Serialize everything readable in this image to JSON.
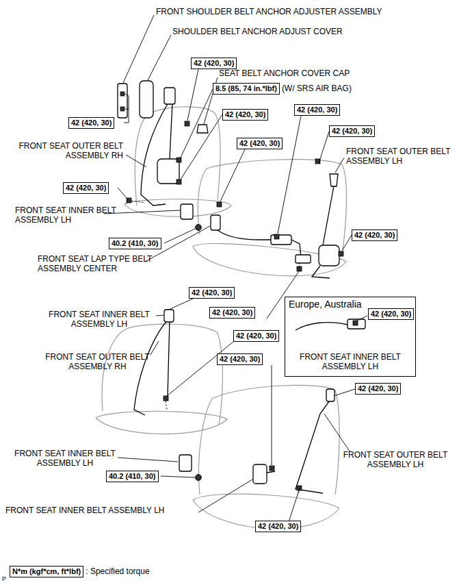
{
  "diagram": {
    "nodes": [
      {
        "text": [
          "42 (420, 30)"
        ]
      },
      {
        "text": [
          "8.5 (85, 74 in.*lbf)"
        ]
      },
      {
        "text": [
          "42 (420, 30)"
        ]
      },
      {
        "text": [
          "42 (420, 30)"
        ]
      },
      {
        "text": [
          "42 (420, 30)"
        ]
      },
      {
        "text": [
          "42 (420, 30)"
        ]
      },
      {
        "text": [
          "42 (420, 30)"
        ]
      },
      {
        "text": [
          "42 (420, 30)"
        ]
      },
      {
        "text": [
          "40.2 (410, 30)"
        ]
      },
      {
        "text": [
          "42 (420, 30)"
        ]
      },
      {
        "text": [
          "42 (420, 30)"
        ]
      },
      {
        "text": [
          "Europe, Australia",
          "FRONT SEAT INNER BELT ASSEMBLY LH"
        ]
      },
      {
        "text": [
          "42 (420, 30)"
        ],
        "in": 11
      },
      {
        "text": [
          "42 (420, 30)"
        ]
      },
      {
        "text": [
          "42 (420, 30)"
        ]
      },
      {
        "text": [
          "42 (420, 30)"
        ]
      },
      {
        "text": [
          "42 (420, 30)"
        ]
      },
      {
        "text": [
          "40.2 (410, 30)"
        ]
      },
      {
        "text": [
          "42 (420, 30)"
        ]
      },
      {
        "text": [
          "N*m (kgf*cm, ft*lbf)"
        ]
      }
    ],
    "labels": [
      "FRONT SHOULDER BELT ANCHOR ADJUSTER ASSEMBLY",
      "SHOULDER BELT ANCHOR ADJUST COVER",
      "SEAT BELT ANCHOR COVER CAP",
      "(W/ SRS AIR BAG)",
      "FRONT SEAT OUTER BELT ASSEMBLY RH",
      "FRONT SEAT OUTER BELT ASSEMBLY LH",
      "FRONT SEAT INNER BELT ASSEMBLY LH",
      "FRONT SEAT LAP TYPE BELT ASSEMBLY CENTER",
      "FRONT SEAT INNER BELT ASSEMBLY LH",
      "FRONT SEAT OUTER BELT ASSEMBLY RH",
      "FRONT SEAT INNER BELT ASSEMBLY LH",
      "FRONT SEAT OUTER BELT ASSEMBLY LH",
      "FRONT SEAT INNER BELT ASSEMBLY LH",
      ": Specified torque",
      "P"
    ]
  }
}
